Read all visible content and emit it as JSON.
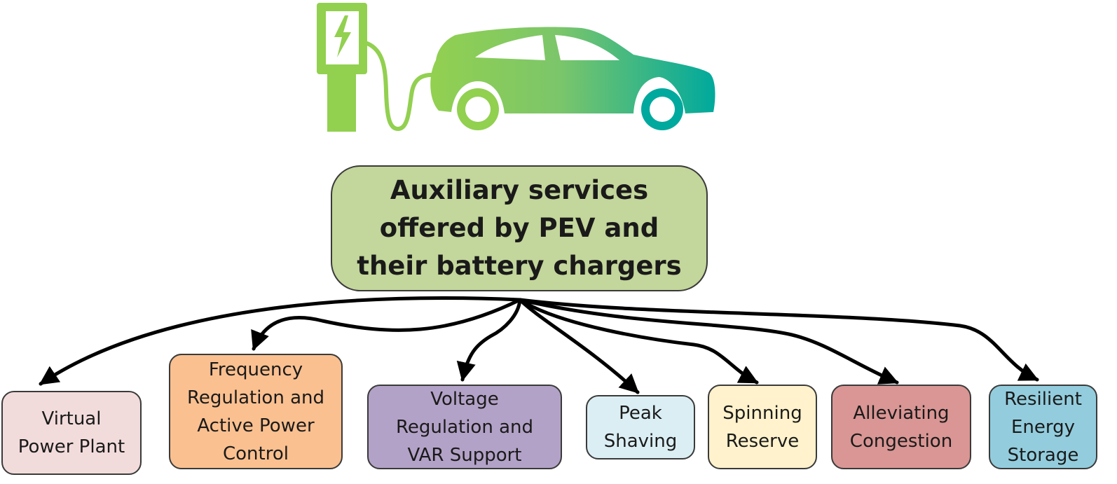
{
  "central": {
    "label": "Auxiliary services\noffered by PEV and\ntheir battery chargers",
    "color": "#c3d69b"
  },
  "services": [
    {
      "id": "vpp",
      "label": "Virtual\nPower Plant",
      "color": "#f2dcdb"
    },
    {
      "id": "freq",
      "label": "Frequency\nRegulation and\nActive Power\nControl",
      "color": "#fac090"
    },
    {
      "id": "volt",
      "label": "Voltage\nRegulation and\nVAR Support",
      "color": "#b3a2c7"
    },
    {
      "id": "peak",
      "label": "Peak\nShaving",
      "color": "#dbeef4"
    },
    {
      "id": "spin",
      "label": "Spinning\nReserve",
      "color": "#fff2cc"
    },
    {
      "id": "cong",
      "label": "Alleviating\nCongestion",
      "color": "#d99694"
    },
    {
      "id": "res",
      "label": "Resilient\nEnergy\nStorage",
      "color": "#93cddd"
    }
  ],
  "illustration": {
    "icons": [
      "charging-station-icon",
      "lightning-bolt-icon",
      "charging-cable-icon",
      "electric-car-icon"
    ],
    "colors": {
      "green": "#92d050",
      "teal": "#00a99d"
    }
  }
}
